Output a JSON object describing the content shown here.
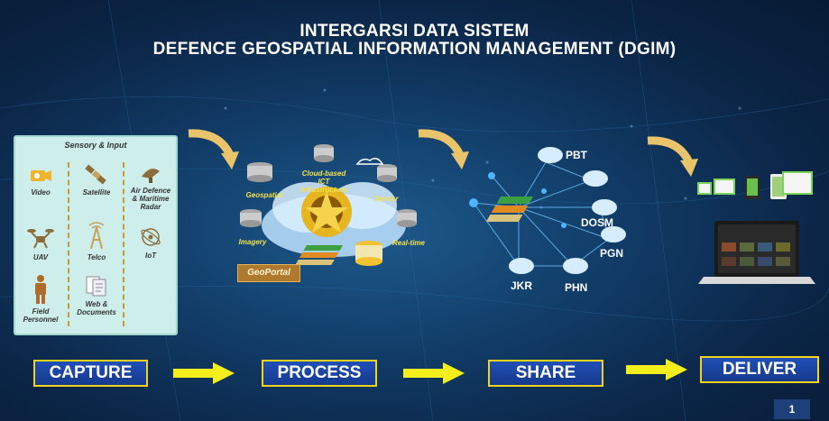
{
  "title": {
    "line1": "INTERGARSI DATA SISTEM",
    "line2": "DEFENCE GEOSPATIAL INFORMATION MANAGEMENT (DGIM)"
  },
  "capture_panel": {
    "heading": "Sensory & Input",
    "sources": [
      {
        "label": "Video",
        "icon": "video-camera-icon"
      },
      {
        "label": "Satellite",
        "icon": "satellite-icon"
      },
      {
        "label": "Air Defence & Maritime Radar",
        "icon": "radar-dish-icon"
      },
      {
        "label": "UAV",
        "icon": "drone-icon"
      },
      {
        "label": "Telco",
        "icon": "telecom-tower-icon"
      },
      {
        "label": "IoT",
        "icon": "iot-icon"
      },
      {
        "label": "Field Personnel",
        "icon": "soldier-icon"
      },
      {
        "label": "Web & Documents",
        "icon": "documents-icon"
      }
    ]
  },
  "process": {
    "labels": {
      "geospatial": "Geospatial",
      "cloud": "Cloud-based ICT Infrastructure",
      "sensor": "Sensor",
      "imagery": "Imagery",
      "realtime": "Real-time"
    },
    "geoportal": "GeoPortal"
  },
  "share": {
    "nodes": [
      "PBT",
      "DOSM",
      "PGN",
      "PHN",
      "JKR"
    ]
  },
  "stages": [
    "CAPTURE",
    "PROCESS",
    "SHARE",
    "DELIVER"
  ],
  "colors": {
    "stage_fill": "#1f4fb6",
    "stage_border": "#f2d21a",
    "arrow": "#f4ee1c",
    "curved_arrow": "#e9c46a",
    "panel": "#cdeeea"
  },
  "page_number": "1"
}
